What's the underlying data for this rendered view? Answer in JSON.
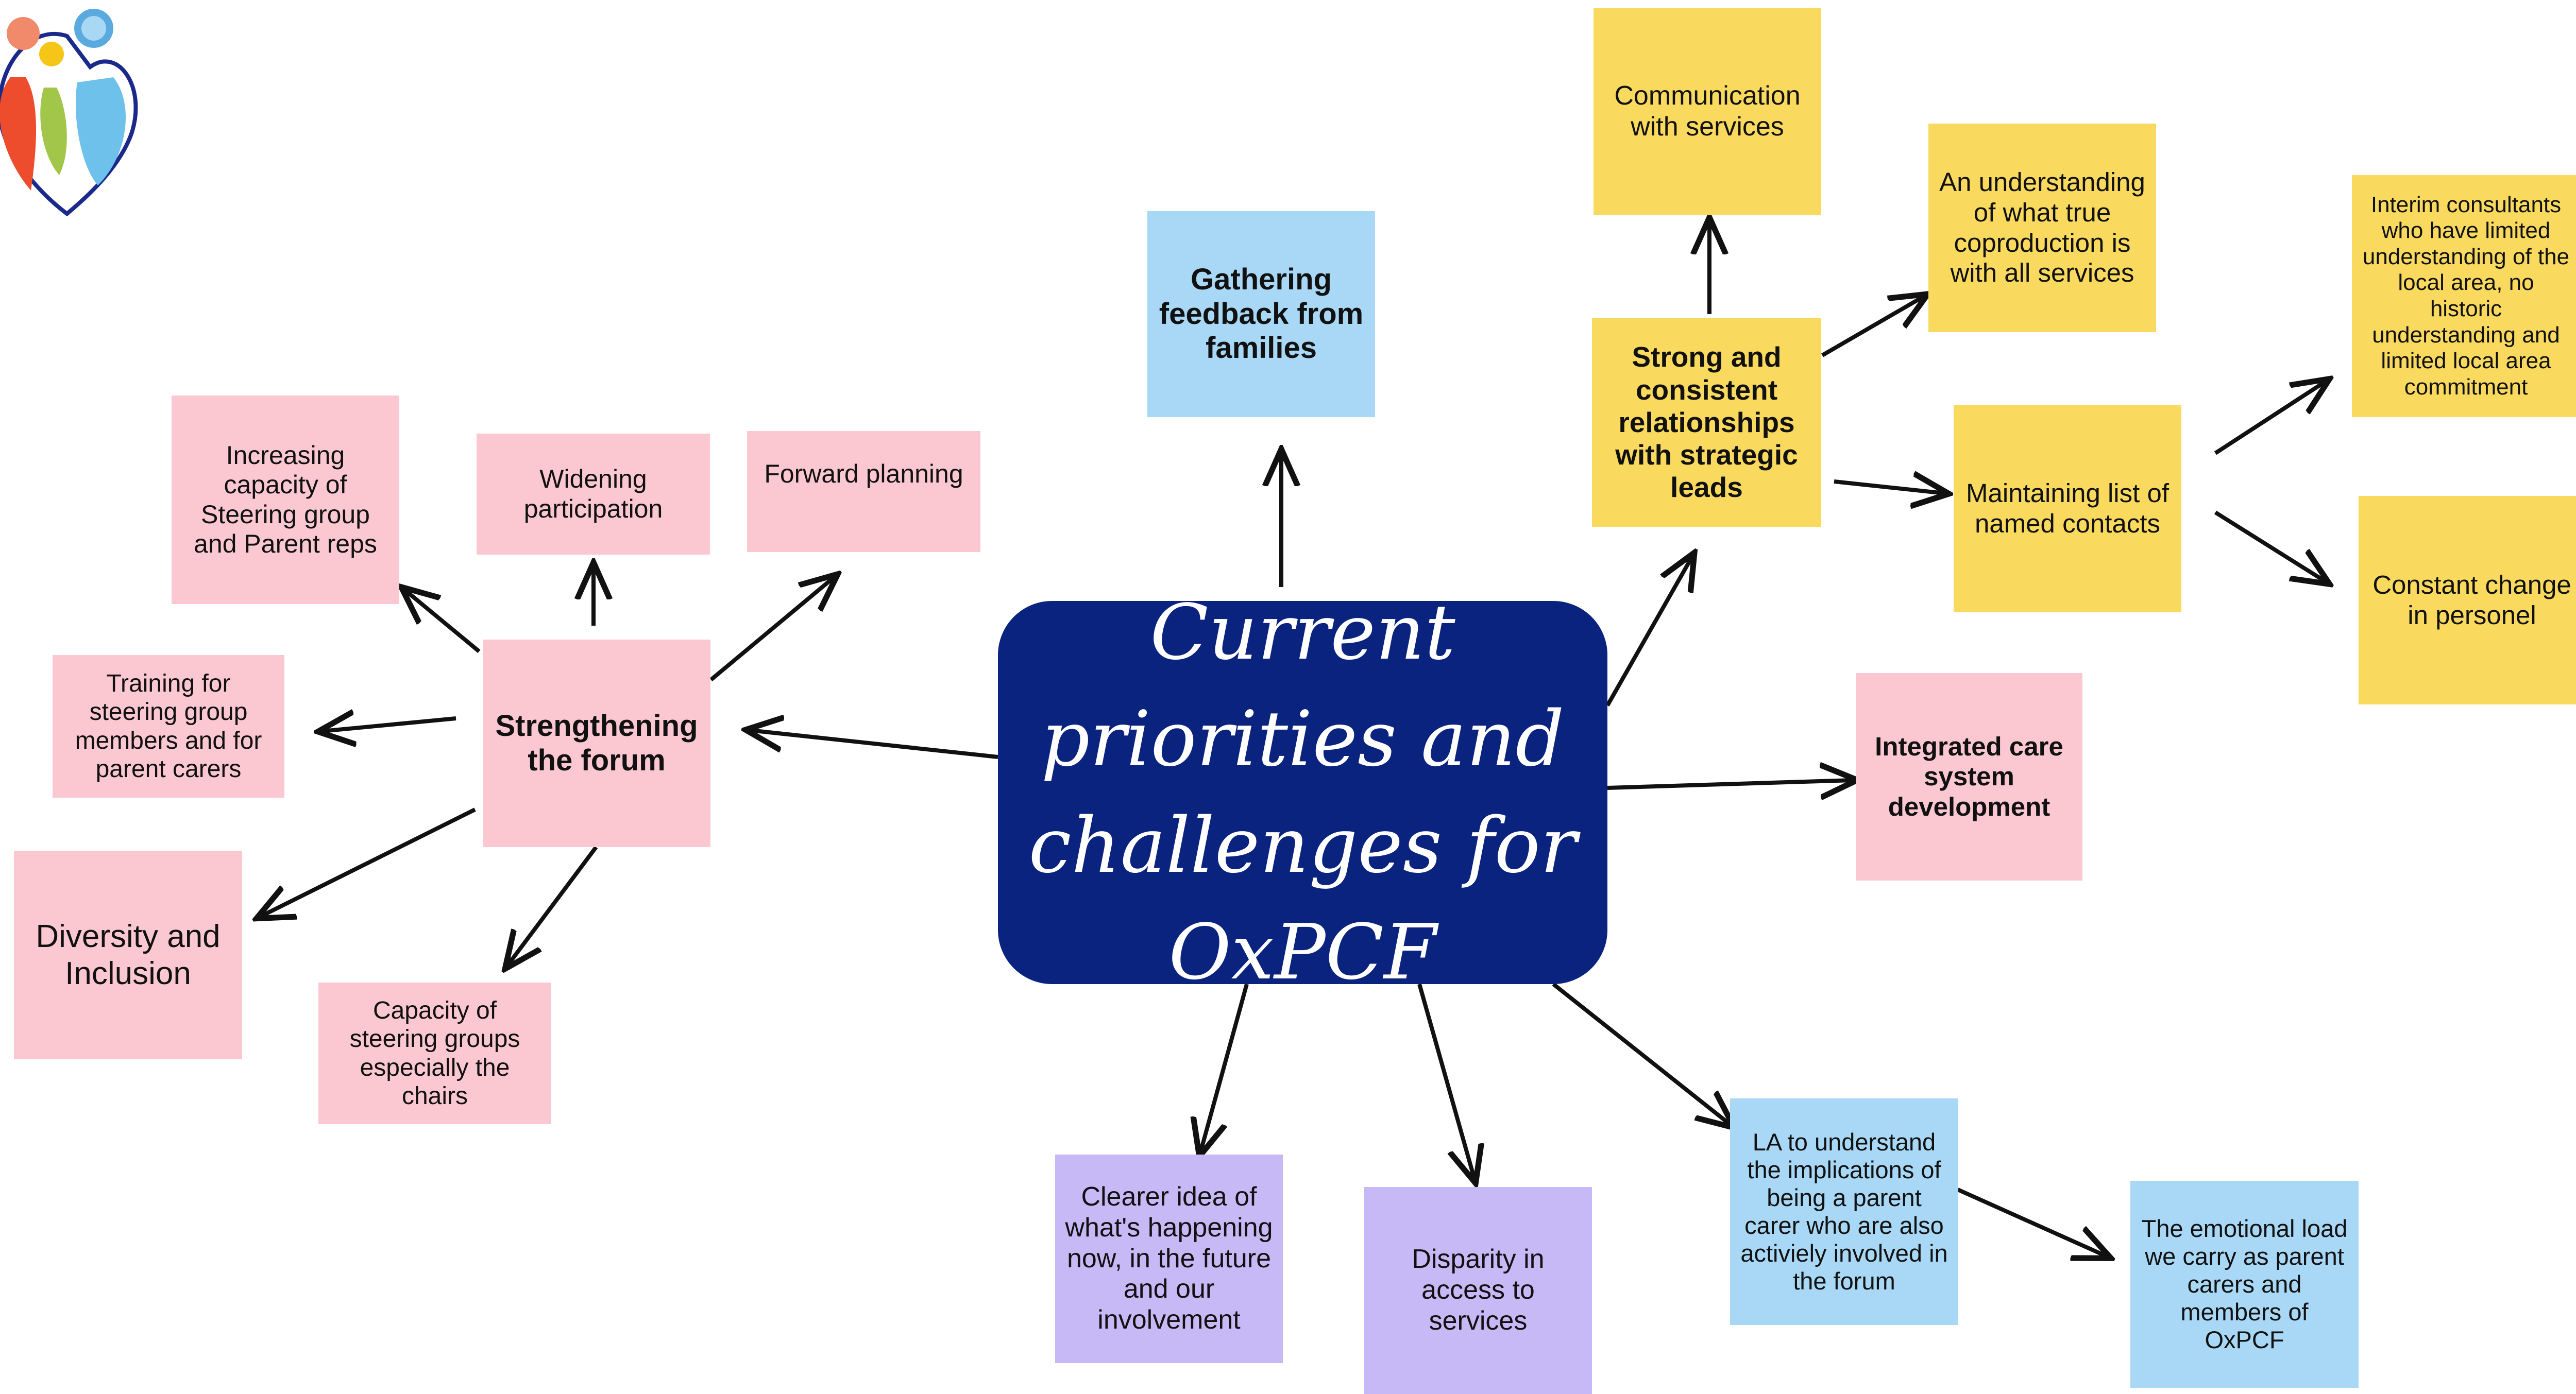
{
  "central_topic": "Current priorities and challenges for OxPCF",
  "notes": {
    "gathering_feedback": "Gathering feedback from families",
    "strong_relationships": "Strong and consistent relationships with strategic leads",
    "communication_services": "Communication with services",
    "understanding_coproduction": "An understanding of what true coproduction is with all services",
    "maintaining_contacts": "Maintaining list of named contacts",
    "interim_consultants": "Interim consultants who have limited understanding of the local area, no historic understanding and limited local area commitment",
    "constant_change": "Constant change in personel",
    "integrated_care": "Integrated care system development",
    "strengthening_forum": "Strengthening the forum",
    "increasing_capacity": "Increasing capacity of Steering group and Parent reps",
    "widening_participation": "Widening participation",
    "forward_planning": "Forward planning",
    "training": "Training for steering group members and for parent carers",
    "diversity": "Diversity and Inclusion",
    "capacity_chairs": "Capacity of steering groups especially the chairs",
    "clearer_idea": "Clearer idea of what's happening now, in the future and our involvement",
    "disparity": "Disparity in access to services",
    "la_understand": "LA to understand the implications of being a parent carer who are also activiely involved in the forum",
    "emotional_load": "The emotional load we carry as parent carers and members of OxPCF"
  },
  "colors": {
    "center_fill": "#0a237e",
    "pink": "#fbc8d2",
    "yellow": "#f9da5e",
    "blue": "#a8d8f6",
    "purple": "#c7b8f6",
    "arrow": "#111111"
  },
  "logo": {
    "name": "family-heart-logo"
  }
}
